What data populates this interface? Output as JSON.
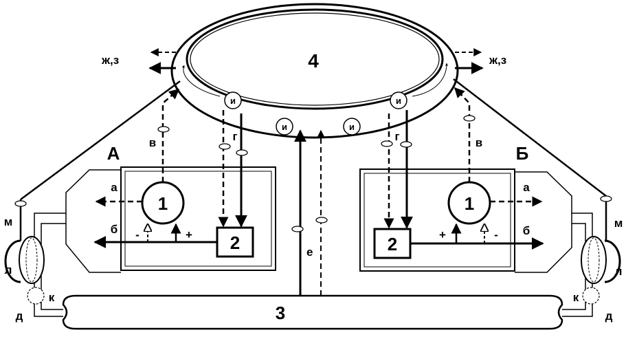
{
  "labels": {
    "tank_number": "4",
    "base_number": "3",
    "left_block": "А",
    "right_block": "Б",
    "unit_1": "1",
    "unit_2": "2",
    "arrow_a": "а",
    "arrow_b": "б",
    "arrow_v": "в",
    "arrow_g": "г",
    "arrow_e": "е",
    "zh_z": "ж,з",
    "circle_i": "и",
    "m": "м",
    "l": "л",
    "k": "к",
    "d": "д",
    "plus": "+",
    "minus": "-"
  }
}
